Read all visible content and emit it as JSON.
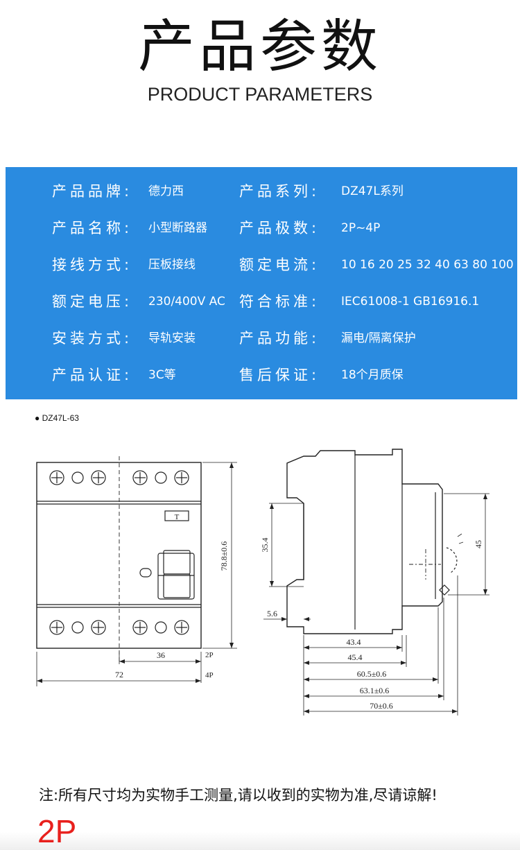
{
  "header": {
    "title_zh": "产品参数",
    "title_en": "PRODUCT PARAMETERS"
  },
  "specs": [
    {
      "label": "产品品牌:",
      "value": "德力西",
      "label2": "产品系列:",
      "value2": "DZ47L系列"
    },
    {
      "label": "产品名称:",
      "value": "小型断路器",
      "label2": "产品极数:",
      "value2": "2P~4P"
    },
    {
      "label": "接线方式:",
      "value": "压板接线",
      "label2": "额定电流:",
      "value2": "10 16 20 25 32 40 63 80 100"
    },
    {
      "label": "额定电压:",
      "value": "230/400V AC",
      "label2": "符合标准:",
      "value2": "IEC61008-1  GB16916.1"
    },
    {
      "label": "安装方式:",
      "value": "导轨安装",
      "label2": "产品功能:",
      "value2": "漏电/隔离保护"
    },
    {
      "label": "产品认证:",
      "value": "3C等",
      "label2": "售后保证:",
      "value2": "18个月质保"
    }
  ],
  "drawing": {
    "model": "● DZ47L-63",
    "front": {
      "height_dim": "78.8±0.6",
      "width_2p": "36",
      "width_4p": "72",
      "tag_2p": "2P",
      "tag_4p": "4P",
      "test_button": "T"
    },
    "side": {
      "rail_height": "35.4",
      "right_height": "45",
      "offset": "5.6",
      "depth_1": "43.4",
      "depth_2": "45.4",
      "depth_3": "60.5±0.6",
      "depth_4": "63.1±0.6",
      "depth_5": "70±0.6"
    }
  },
  "footer": {
    "note": "注:所有尺寸均为实物手工测量,请以收到的实物为准,尽请谅解!",
    "pole_badge": "2P"
  },
  "colors": {
    "panel_blue": "#2a8be0",
    "badge_red": "#e8201d"
  }
}
